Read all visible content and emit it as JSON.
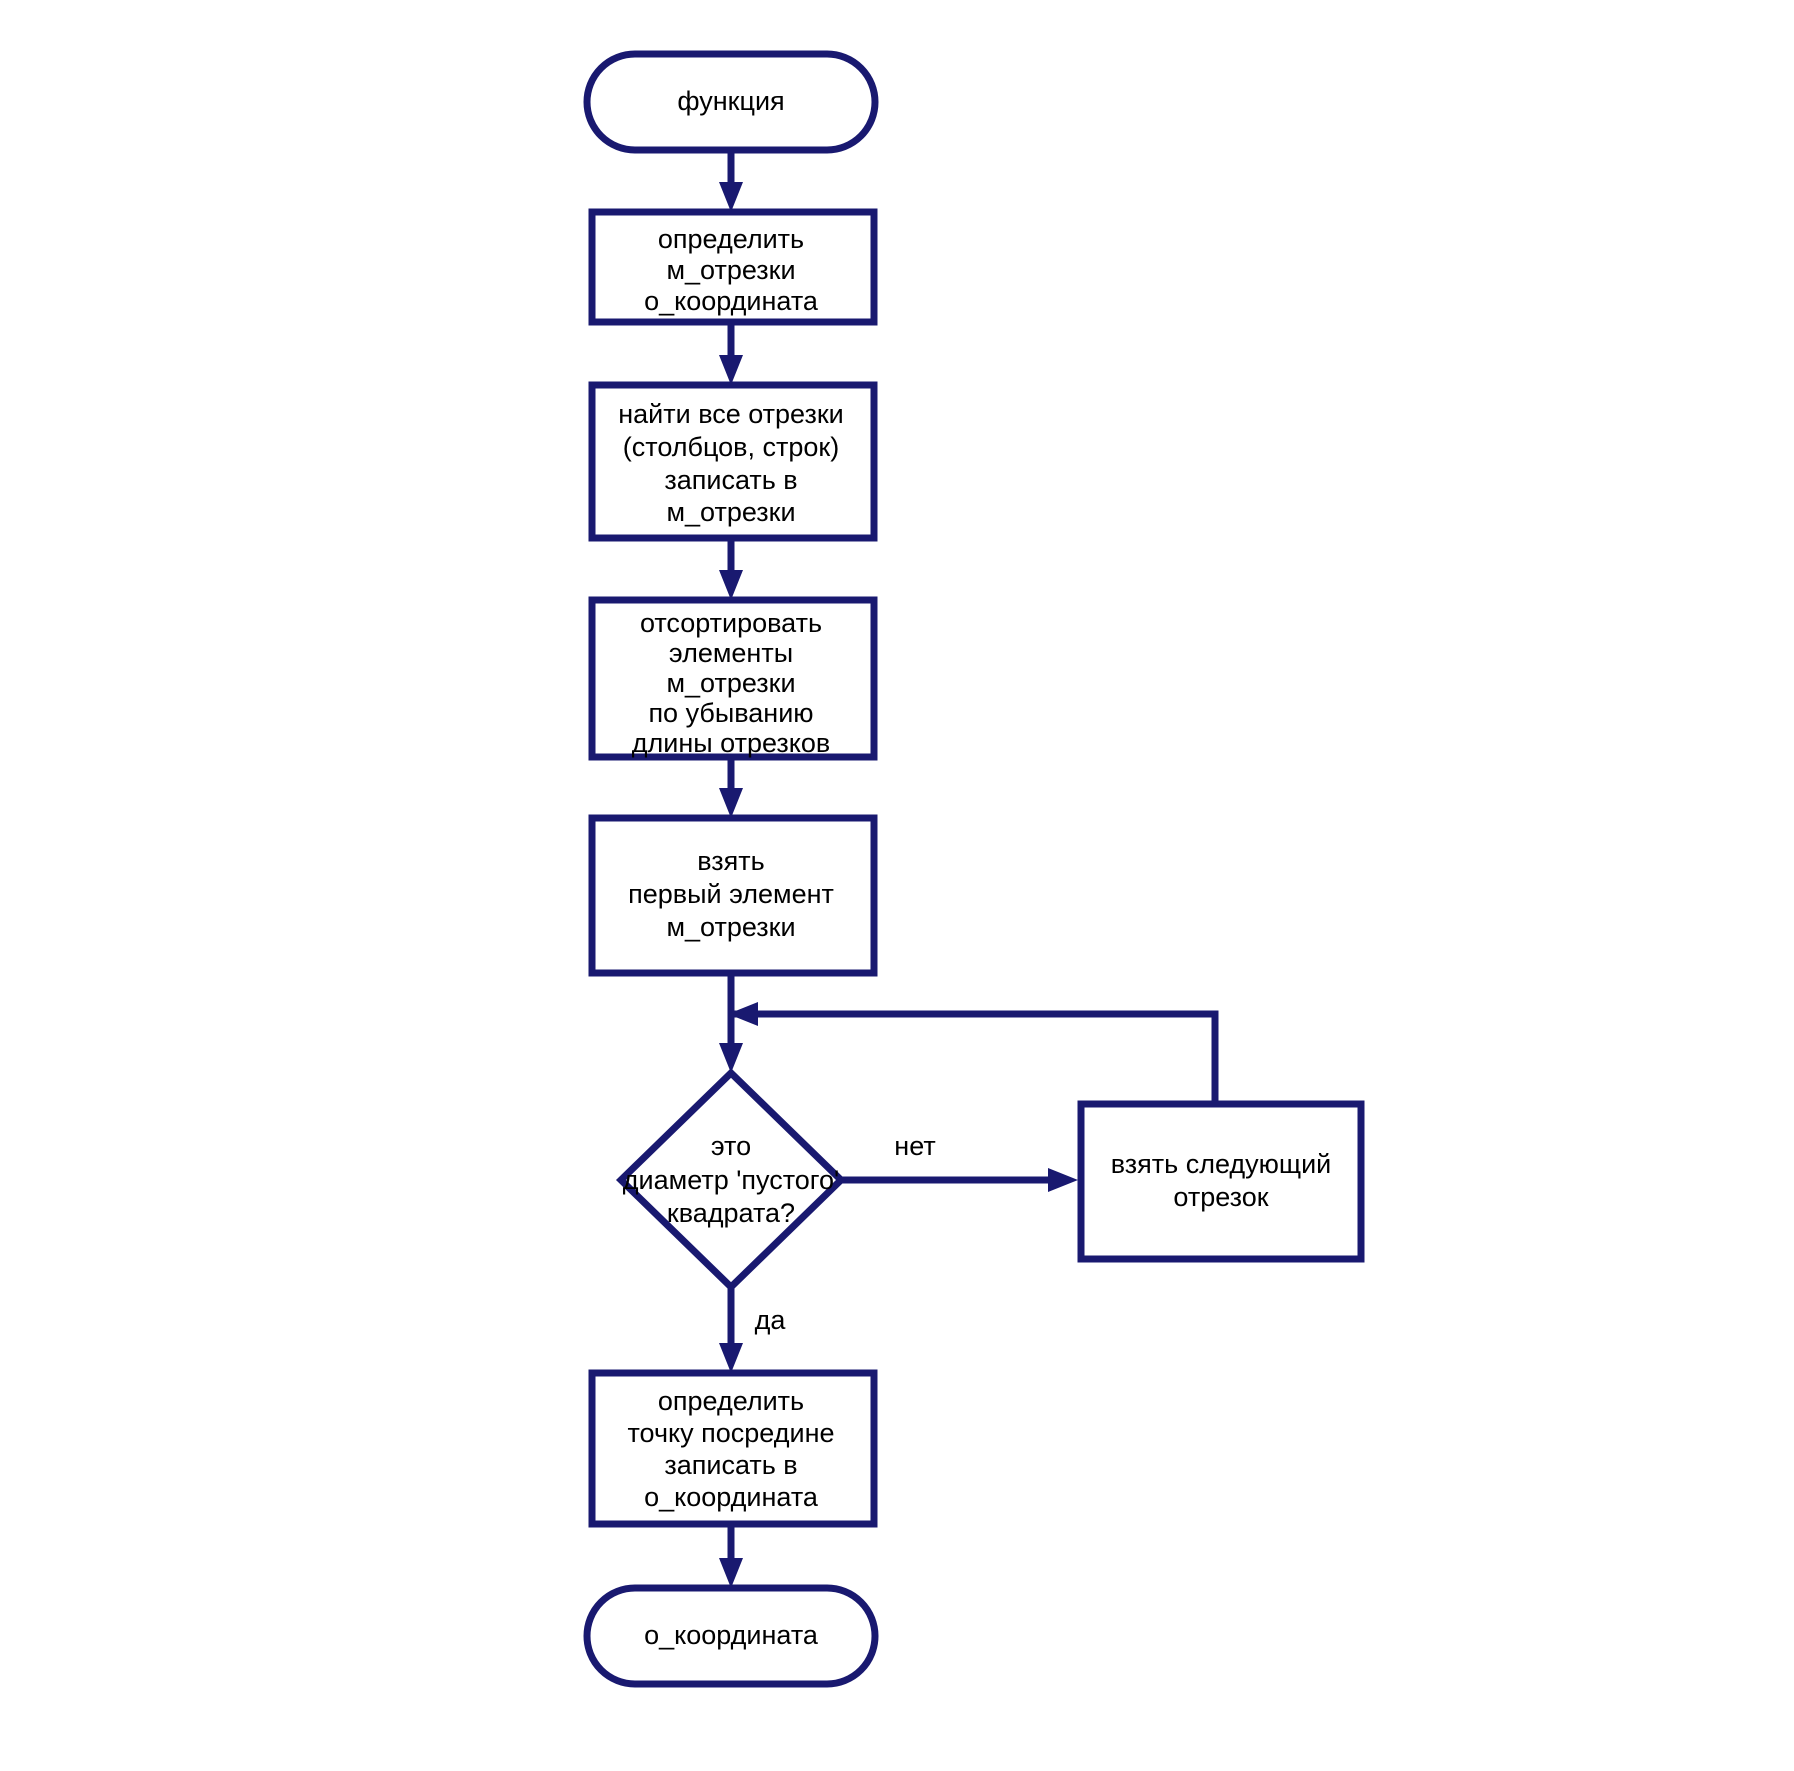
{
  "diagram": {
    "title": "Блок-схема функции поиска диаметра пустого квадрата",
    "language": "ru",
    "colors": {
      "stroke": "#191970",
      "fill": "#ffffff",
      "text": "#000000",
      "background": "#ffffff"
    },
    "nodes": {
      "start": {
        "shape": "terminator",
        "lines": [
          "функция"
        ]
      },
      "declare": {
        "shape": "process",
        "lines": [
          "определить",
          "м_отрезки",
          "о_координата"
        ]
      },
      "find": {
        "shape": "process",
        "lines": [
          "найти все отрезки",
          "(столбцов, строк)",
          "записать в",
          "м_отрезки"
        ]
      },
      "sort": {
        "shape": "process",
        "lines": [
          "отсортировать",
          "элементы",
          "м_отрезки",
          "по убыванию",
          "длины отрезков"
        ]
      },
      "first": {
        "shape": "process",
        "lines": [
          "взять",
          "первый элемент",
          "м_отрезки"
        ]
      },
      "decision": {
        "shape": "decision",
        "lines": [
          "это",
          "диаметр 'пустого'",
          "квадрата?"
        ]
      },
      "next": {
        "shape": "process",
        "lines": [
          "взять следующий",
          "отрезок"
        ]
      },
      "midpoint": {
        "shape": "process",
        "lines": [
          "определить",
          "точку посредине",
          "записать в",
          "о_координата"
        ]
      },
      "end": {
        "shape": "terminator",
        "lines": [
          "о_координата"
        ]
      }
    },
    "edge_labels": {
      "no": "нет",
      "yes": "да"
    }
  }
}
